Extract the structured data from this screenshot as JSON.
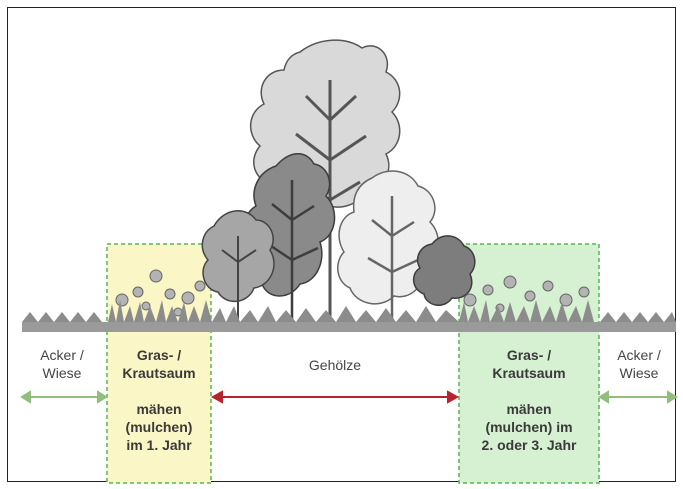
{
  "zones": {
    "left_field": {
      "line1": "Acker /",
      "line2": "Wiese"
    },
    "left_strip": {
      "title1": "Gras- /",
      "title2": "Krautsaum",
      "note1": "mähen",
      "note2": "(mulchen)",
      "note3": "im 1. Jahr"
    },
    "center": {
      "label": "Gehölze"
    },
    "right_strip": {
      "title1": "Gras- /",
      "title2": "Krautsaum",
      "note1": "mähen",
      "note2": "(mulchen) im",
      "note3": "2. oder 3. Jahr"
    },
    "right_field": {
      "line1": "Acker /",
      "line2": "Wiese"
    }
  },
  "colors": {
    "left_strip_fill": "#fbf6c6",
    "right_strip_fill": "#d6f0d2",
    "strip_border": "#59b359",
    "field_arrow": "#8fbf7a",
    "hedge_arrow": "#b8232e",
    "ground": "#8c8c8c"
  }
}
